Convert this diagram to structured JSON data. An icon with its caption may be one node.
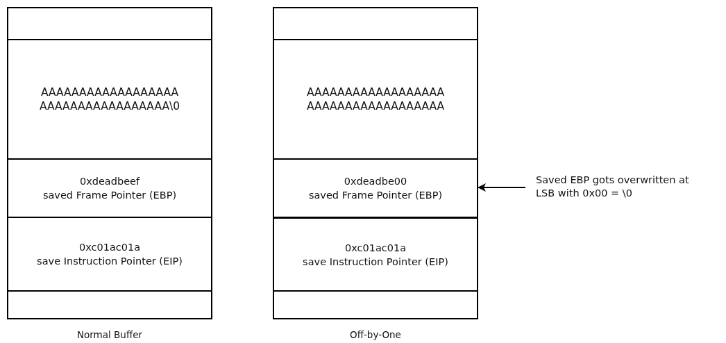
{
  "diagram": {
    "nodes": [
      {
        "text": [
          "Normal Buffer"
        ]
      },
      {
        "text": [],
        "shape": "box",
        "in": 0
      },
      {
        "text": [
          "AAAAAAAAAAAAAAAAAA AAAAAAAAAAAAAAAAA\\0"
        ],
        "in": 0
      },
      {
        "text": [
          "0xdeadbeef",
          "saved Frame Pointer (EBP)"
        ],
        "in": 0
      },
      {
        "text": [
          "0xc01ac01a",
          "save Instruction Pointer (EIP)"
        ],
        "in": 0
      },
      {
        "text": [],
        "shape": "box",
        "in": 0
      },
      {
        "text": [
          "Off-by-One"
        ]
      },
      {
        "text": [],
        "shape": "box",
        "in": 6
      },
      {
        "text": [
          "AAAAAAAAAAAAAAAAAA AAAAAAAAAAAAAAAAAA"
        ],
        "in": 6
      },
      {
        "text": [
          "0xdeadbe00",
          "saved Frame Pointer (EBP)"
        ],
        "in": 6
      },
      {
        "text": [
          "0xc01ac01a",
          "save Instruction Pointer (EIP)"
        ],
        "in": 6
      },
      {
        "text": [],
        "shape": "box",
        "in": 6
      },
      {
        "text": [
          "Saved EBP gots overwritten at LSB with 0x00 = \\0"
        ]
      }
    ],
    "edges": [
      {
        "from": 12,
        "to": 9,
        "arrow": "to"
      }
    ]
  }
}
